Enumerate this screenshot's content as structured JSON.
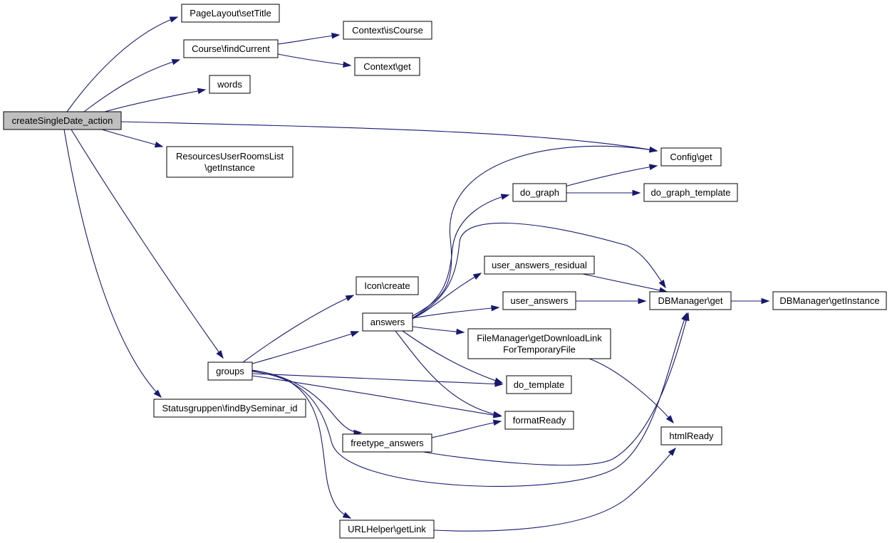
{
  "diagram": {
    "type": "call-graph",
    "root": "n_root",
    "nodes": [
      {
        "id": "n_root",
        "lines": [
          "createSingleDate_action"
        ]
      },
      {
        "id": "n_setTitle",
        "lines": [
          "PageLayout\\setTitle"
        ]
      },
      {
        "id": "n_findCurrent",
        "lines": [
          "Course\\findCurrent"
        ]
      },
      {
        "id": "n_isCourse",
        "lines": [
          "Context\\isCourse"
        ]
      },
      {
        "id": "n_ctxGet",
        "lines": [
          "Context\\get"
        ]
      },
      {
        "id": "n_words",
        "lines": [
          "words"
        ]
      },
      {
        "id": "n_rurl",
        "lines": [
          "ResourcesUserRoomsList",
          "\\getInstance"
        ]
      },
      {
        "id": "n_configGet",
        "lines": [
          "Config\\get"
        ]
      },
      {
        "id": "n_doGraph",
        "lines": [
          "do_graph"
        ]
      },
      {
        "id": "n_doGraphTpl",
        "lines": [
          "do_graph_template"
        ]
      },
      {
        "id": "n_uar",
        "lines": [
          "user_answers_residual"
        ]
      },
      {
        "id": "n_iconCreate",
        "lines": [
          "Icon\\create"
        ]
      },
      {
        "id": "n_userAnswers",
        "lines": [
          "user_answers"
        ]
      },
      {
        "id": "n_dbGet",
        "lines": [
          "DBManager\\get"
        ]
      },
      {
        "id": "n_dbGetInstance",
        "lines": [
          "DBManager\\getInstance"
        ]
      },
      {
        "id": "n_answers",
        "lines": [
          "answers"
        ]
      },
      {
        "id": "n_fileMgr",
        "lines": [
          "FileManager\\getDownloadLink",
          "ForTemporaryFile"
        ]
      },
      {
        "id": "n_groups",
        "lines": [
          "groups"
        ]
      },
      {
        "id": "n_doTemplate",
        "lines": [
          "do_template"
        ]
      },
      {
        "id": "n_statusgruppen",
        "lines": [
          "Statusgruppen\\findBySeminar_id"
        ]
      },
      {
        "id": "n_formatReady",
        "lines": [
          "formatReady"
        ]
      },
      {
        "id": "n_htmlReady",
        "lines": [
          "htmlReady"
        ]
      },
      {
        "id": "n_freetype",
        "lines": [
          "freetype_answers"
        ]
      },
      {
        "id": "n_urlHelper",
        "lines": [
          "URLHelper\\getLink"
        ]
      }
    ],
    "edges": [
      {
        "from": "n_root",
        "to": "n_setTitle"
      },
      {
        "from": "n_root",
        "to": "n_findCurrent"
      },
      {
        "from": "n_root",
        "to": "n_words"
      },
      {
        "from": "n_root",
        "to": "n_configGet"
      },
      {
        "from": "n_root",
        "to": "n_rurl"
      },
      {
        "from": "n_root",
        "to": "n_groups"
      },
      {
        "from": "n_root",
        "to": "n_statusgruppen"
      },
      {
        "from": "n_findCurrent",
        "to": "n_isCourse"
      },
      {
        "from": "n_findCurrent",
        "to": "n_ctxGet"
      },
      {
        "from": "n_groups",
        "to": "n_iconCreate"
      },
      {
        "from": "n_groups",
        "to": "n_answers"
      },
      {
        "from": "n_groups",
        "to": "n_doTemplate"
      },
      {
        "from": "n_groups",
        "to": "n_formatReady"
      },
      {
        "from": "n_groups",
        "to": "n_freetype"
      },
      {
        "from": "n_groups",
        "to": "n_dbGet"
      },
      {
        "from": "n_groups",
        "to": "n_urlHelper"
      },
      {
        "from": "n_answers",
        "to": "n_configGet"
      },
      {
        "from": "n_answers",
        "to": "n_doGraph"
      },
      {
        "from": "n_answers",
        "to": "n_dbGet"
      },
      {
        "from": "n_answers",
        "to": "n_uar"
      },
      {
        "from": "n_answers",
        "to": "n_userAnswers"
      },
      {
        "from": "n_answers",
        "to": "n_fileMgr"
      },
      {
        "from": "n_answers",
        "to": "n_doTemplate"
      },
      {
        "from": "n_answers",
        "to": "n_formatReady"
      },
      {
        "from": "n_doGraph",
        "to": "n_configGet"
      },
      {
        "from": "n_doGraph",
        "to": "n_doGraphTpl"
      },
      {
        "from": "n_uar",
        "to": "n_dbGet"
      },
      {
        "from": "n_userAnswers",
        "to": "n_dbGet"
      },
      {
        "from": "n_dbGet",
        "to": "n_dbGetInstance"
      },
      {
        "from": "n_fileMgr",
        "to": "n_htmlReady"
      },
      {
        "from": "n_freetype",
        "to": "n_formatReady"
      },
      {
        "from": "n_freetype",
        "to": "n_dbGet"
      },
      {
        "from": "n_urlHelper",
        "to": "n_htmlReady"
      }
    ]
  }
}
